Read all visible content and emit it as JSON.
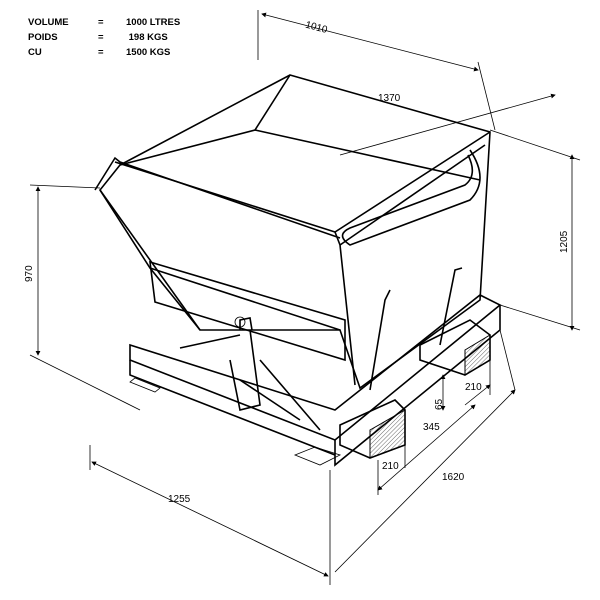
{
  "specs": [
    {
      "label": "VOLUME",
      "eq": "=",
      "value": "1000 LTRES"
    },
    {
      "label": "POIDS",
      "eq": "=",
      "value": " 198 KGS"
    },
    {
      "label": "CU",
      "eq": "=",
      "value": "1500 KGS"
    }
  ],
  "dimensions": {
    "width_top": "1010",
    "length_top": "1370",
    "height_total": "1205",
    "height_front": "970",
    "width_base": "1255",
    "length_base": "1620",
    "block_spacing": "345",
    "block_height": "65",
    "block_width_rear": "210",
    "block_width_front": "210"
  }
}
